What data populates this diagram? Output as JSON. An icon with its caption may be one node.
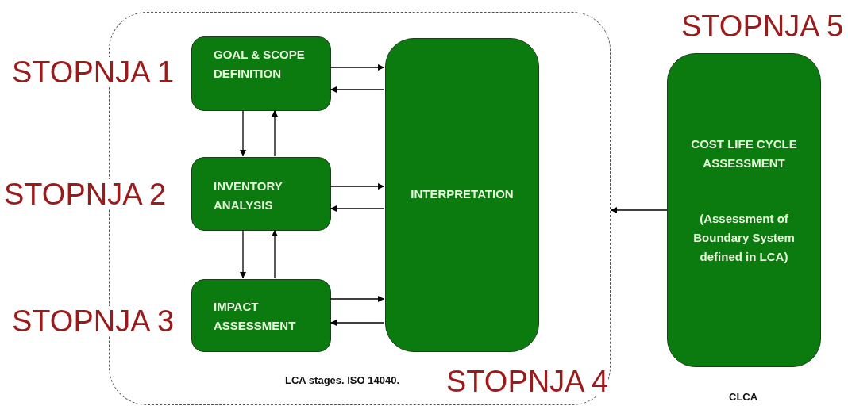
{
  "diagram": {
    "nodes": [
      {
        "text": [
          "LCA stages. ISO 14040."
        ]
      },
      {
        "text": [
          "GOAL & SCOPE DEFINITION"
        ],
        "in": 0
      },
      {
        "text": [
          "INVENTORY ANALYSIS"
        ],
        "in": 0
      },
      {
        "text": [
          "IMPACT ASSESSMENT"
        ],
        "in": 0
      },
      {
        "text": [
          "INTERPRETATION"
        ],
        "in": 0
      },
      {
        "text": [
          "COST LIFE CYCLE ASSESSMENT",
          "(Assessment of Boundary System defined in LCA)"
        ],
        "beside": [
          "CLCA"
        ]
      }
    ],
    "edges": [
      {
        "from": 1,
        "to": 4,
        "arrow": "to"
      },
      {
        "from": 4,
        "to": 1,
        "arrow": "to"
      },
      {
        "from": 2,
        "to": 4,
        "arrow": "to"
      },
      {
        "from": 4,
        "to": 2,
        "arrow": "to"
      },
      {
        "from": 3,
        "to": 4,
        "arrow": "to"
      },
      {
        "from": 4,
        "to": 3,
        "arrow": "to"
      },
      {
        "from": 1,
        "to": 2,
        "arrow": "to"
      },
      {
        "from": 2,
        "to": 1,
        "arrow": "to"
      },
      {
        "from": 2,
        "to": 3,
        "arrow": "to"
      },
      {
        "from": 3,
        "to": 2,
        "arrow": "to"
      },
      {
        "from": 5,
        "to": 0,
        "arrow": "to"
      }
    ],
    "labels": [
      "STOPNJA 5",
      "STOPNJA 1",
      "STOPNJA 2",
      "STOPNJA 3",
      "STOPNJA 4"
    ]
  }
}
